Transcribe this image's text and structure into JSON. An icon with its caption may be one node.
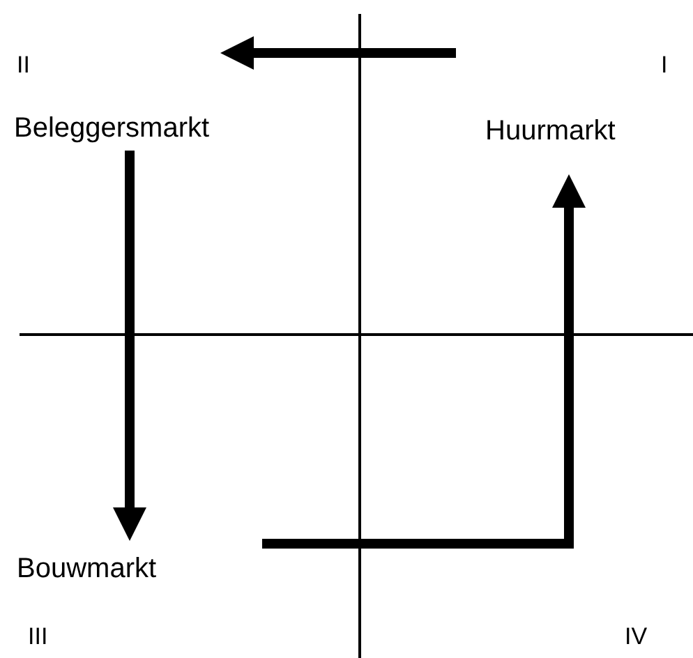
{
  "diagram": {
    "nodes": [
      {
        "text": [
          "Beleggersmarkt"
        ]
      },
      {
        "text": [
          "Huurmarkt"
        ]
      },
      {
        "text": [
          "Bouwmarkt"
        ]
      }
    ],
    "edges": [
      {
        "from": 1,
        "to": 0,
        "arrow": "to"
      },
      {
        "from": 0,
        "to": 2,
        "arrow": "to"
      },
      {
        "from": 2,
        "to": 1,
        "arrow": "to"
      }
    ],
    "labels": [
      "II",
      "I",
      "III",
      "IV"
    ]
  }
}
